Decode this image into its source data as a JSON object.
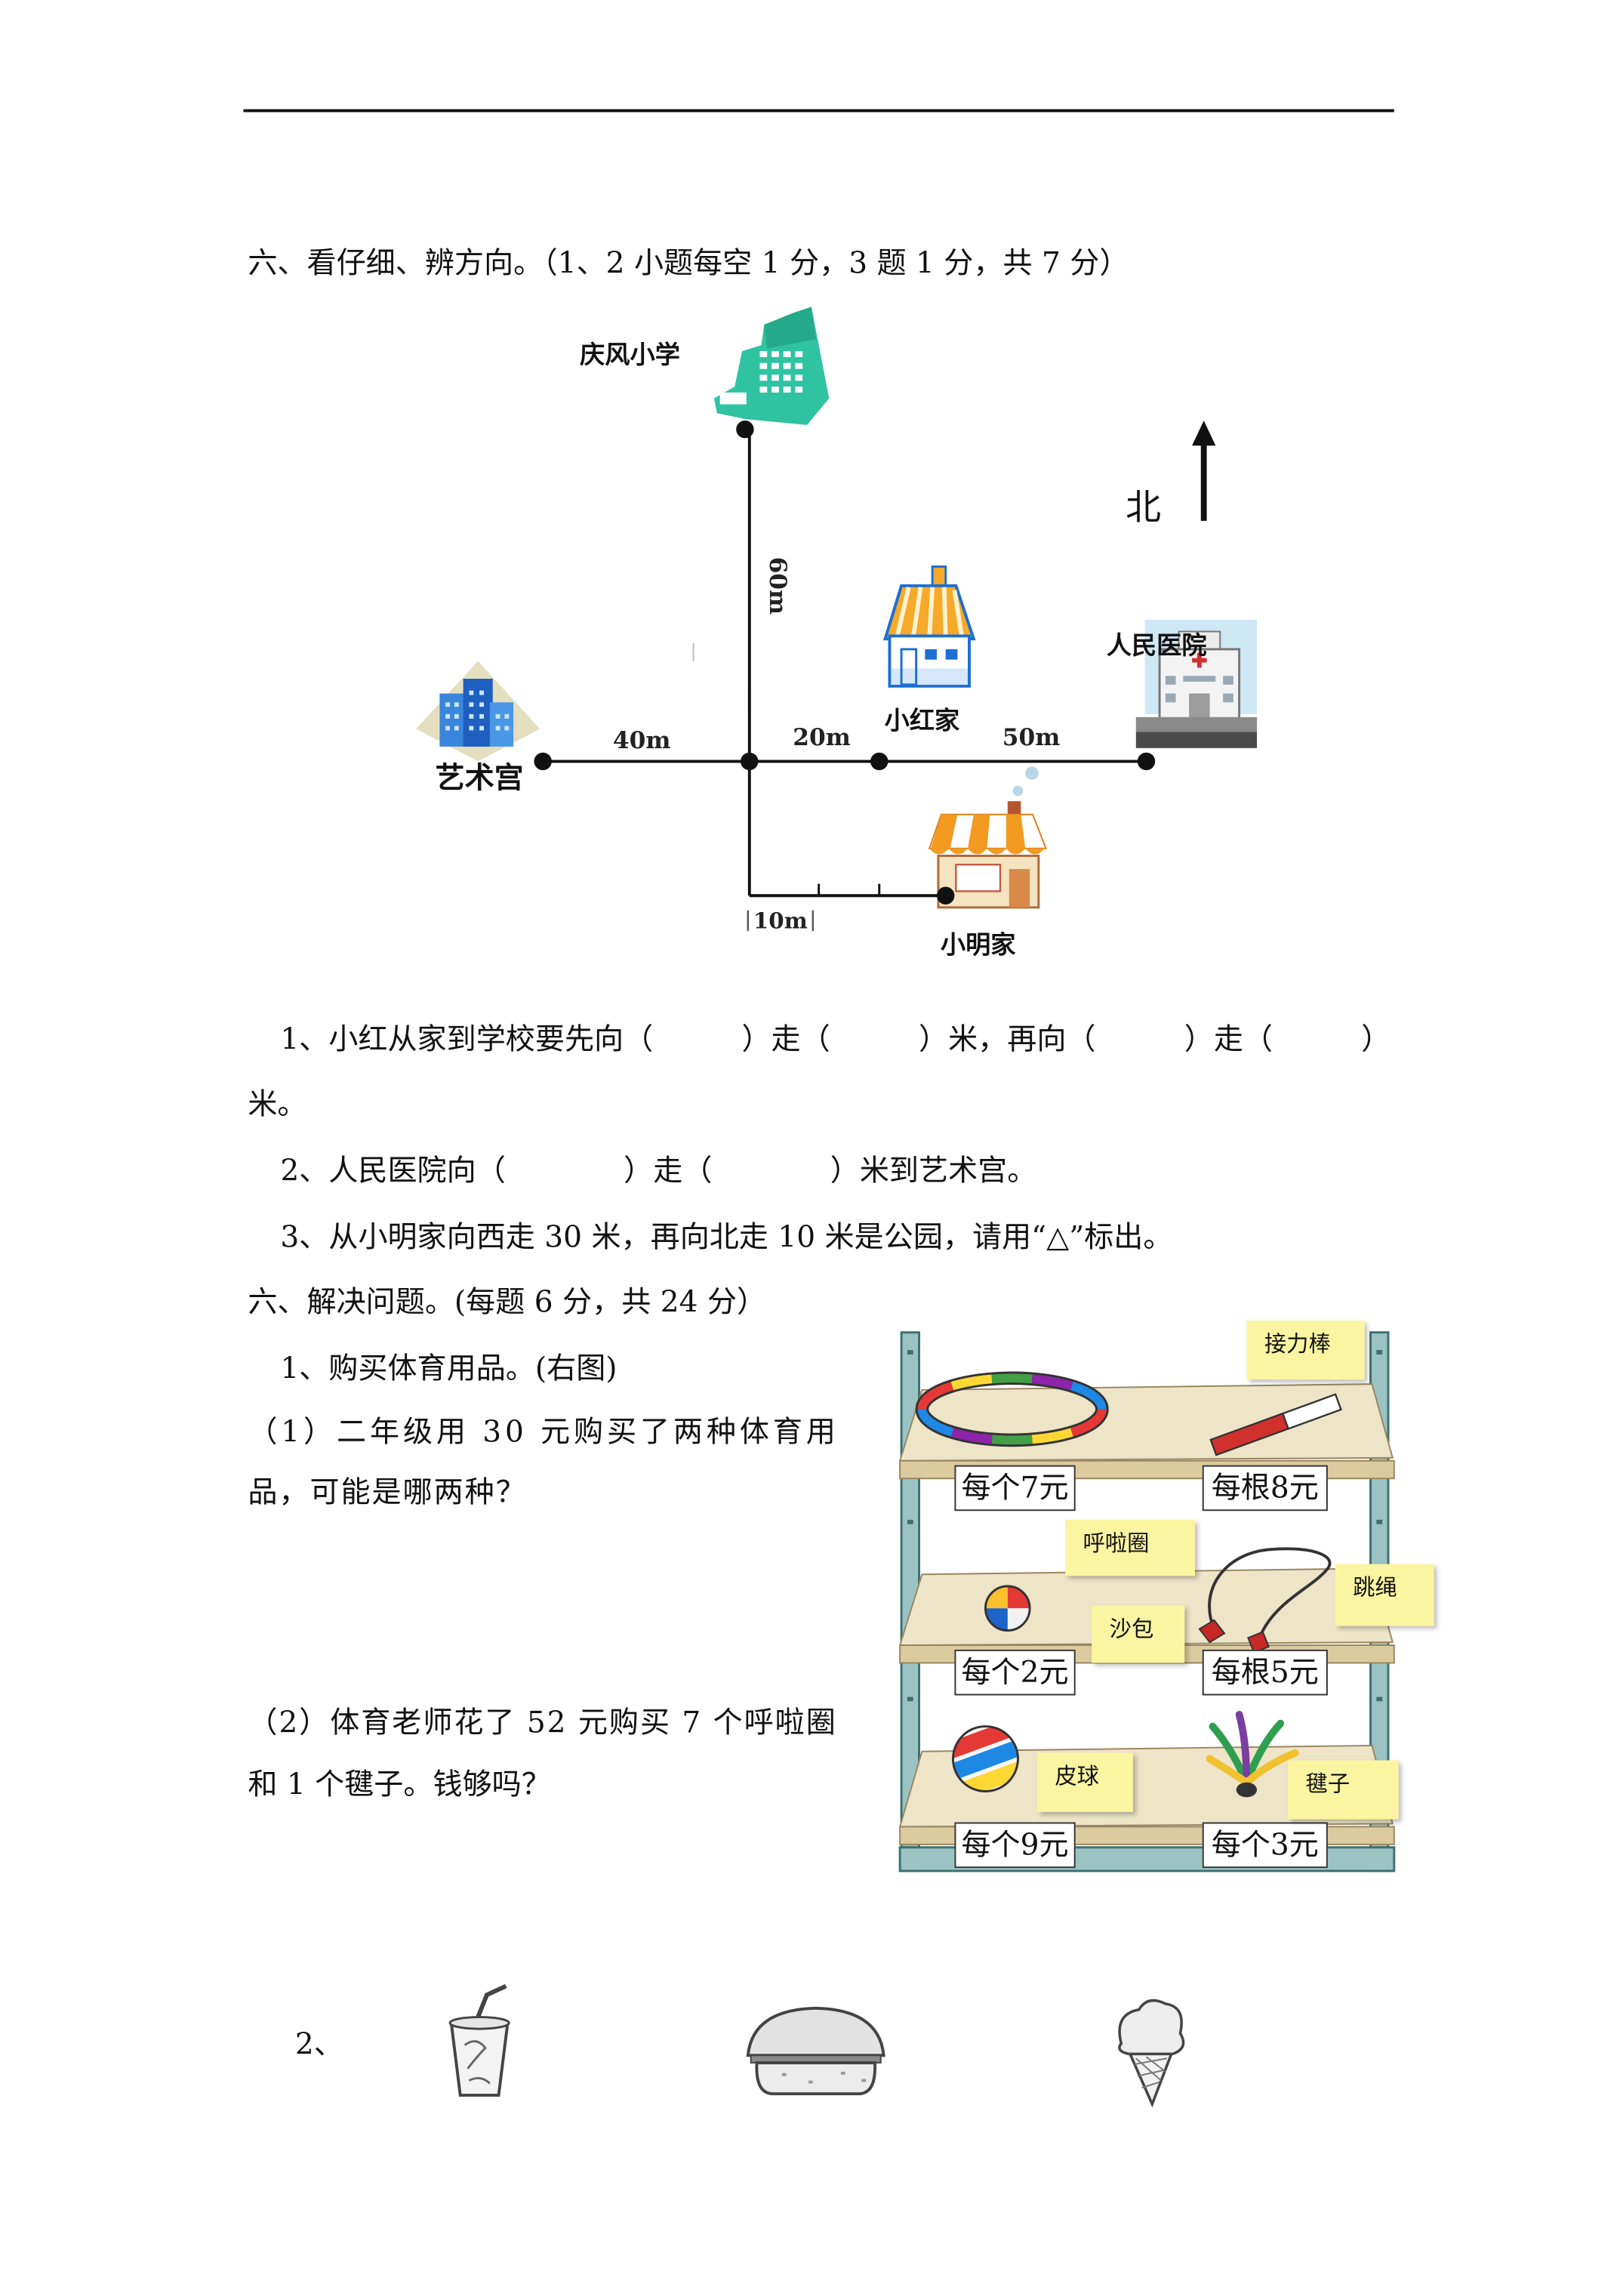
{
  "worksheet": {
    "direction_section": {
      "heading": "六、看仔细、辨方向。（1、2 小题每空 1 分，3 题 1 分，共 7 分）",
      "map": {
        "school_label": "庆风小学",
        "north_label": "北",
        "xiaohong_home_label": "小红家",
        "hospital_label": "人民医院",
        "art_palace_label": "艺术宫",
        "xiaoming_home_label": "小明家",
        "distance_school": "60m",
        "distance_art_palace": "40m",
        "distance_xiaohong": "20m",
        "distance_hospital": "50m",
        "distance_xiaoming": "10m"
      },
      "questions": {
        "q1_line1": "1、小红从家到学校要先向（　　　）走（　　　）米，再向（　　　）走（　　　）",
        "q1_line2": "米。",
        "q2": "2、人民医院向（　　　　）走（　　　　）米到艺术宫。",
        "q3": "3、从小明家向西走 30 米，再向北走 10 米是公园，请用“△”标出。"
      }
    },
    "problem_section": {
      "heading": "六、解决问题。(每题 6 分，共 24 分）",
      "problem1": {
        "title": "1、购买体育用品。(右图)",
        "q1_line1": "（1）二年级用 30 元购买了两种体育用",
        "q1_line2": "品，可能是哪两种？",
        "q2_line1": "（2）体育老师花了 52 元购买 7 个呼啦圈",
        "q2_line2": "和 1 个毽子。钱够吗？"
      },
      "shelf": {
        "notes": {
          "relay_baton": "接力棒",
          "hula_hoop": "呼啦圈",
          "jump_rope": "跳绳",
          "sandbag": "沙包",
          "ball": "皮球",
          "shuttlecock": "毽子"
        },
        "prices": {
          "hula_hoop": "每个7元",
          "relay_baton": "每根8元",
          "sandbag": "每个2元",
          "jump_rope": "每根5元",
          "ball": "每个9元",
          "shuttlecock": "每个3元"
        }
      },
      "problem2": {
        "number": "2、",
        "icons": [
          "drink-cup-icon",
          "hamburger-icon",
          "ice-cream-icon"
        ]
      }
    },
    "colors": {
      "note_yellow": "#fbf5a2",
      "school_teal": "#2fc3a2",
      "house_blue": "#1c6ed3",
      "roof_orange": "#f7a92a"
    }
  }
}
